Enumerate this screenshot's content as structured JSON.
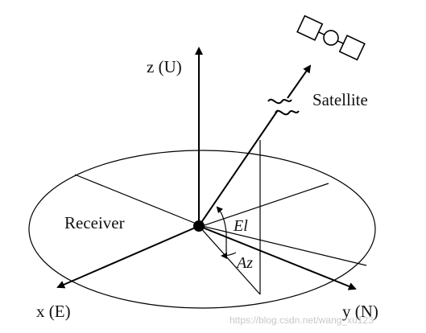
{
  "labels": {
    "z_axis": "z (U)",
    "x_axis": "x (E)",
    "y_axis": "y (N)",
    "satellite": "Satellite",
    "receiver": "Receiver",
    "elevation": "El",
    "azimuth": "Az"
  },
  "watermark": "https://blog.csdn.net/wang_xu123",
  "icons": {
    "satellite": "satellite-icon",
    "signal_break": "wavy-break-icon"
  }
}
